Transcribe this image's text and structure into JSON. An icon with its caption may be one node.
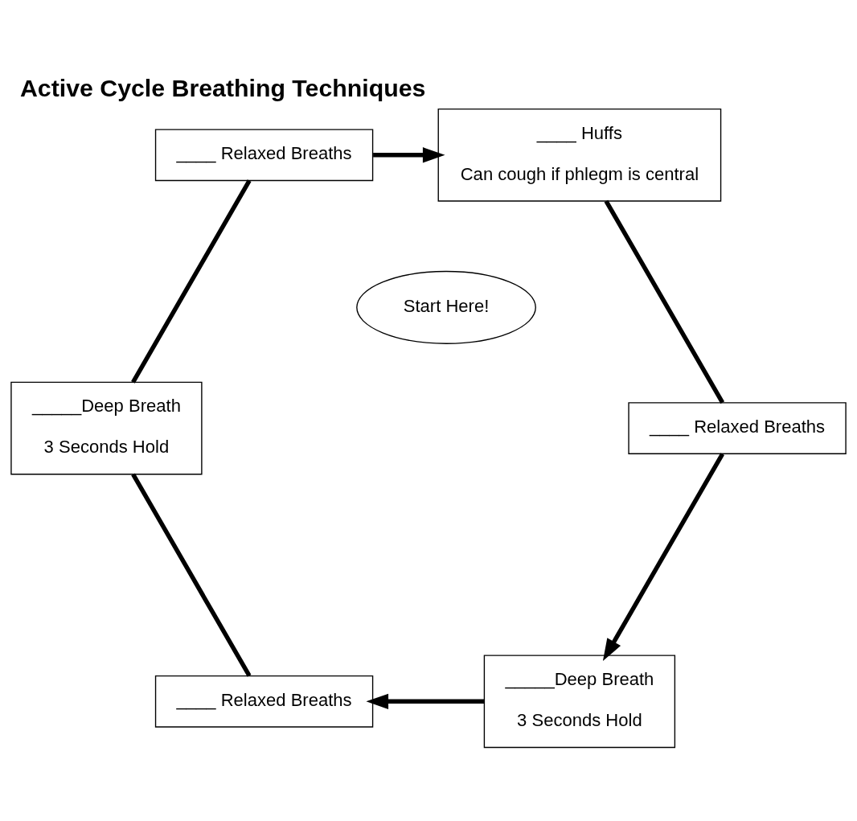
{
  "diagram": {
    "title": "Active Cycle Breathing Techniques",
    "nodes": [
      {
        "text": [
          "Start Here!"
        ]
      },
      {
        "text": [
          "_____Deep Breath",
          "3 Seconds Hold"
        ]
      },
      {
        "text": [
          "____ Relaxed Breaths"
        ]
      },
      {
        "text": [
          "_____Deep Breath",
          "3 Seconds Hold"
        ]
      },
      {
        "text": [
          "____ Relaxed Breaths"
        ]
      },
      {
        "text": [
          "____ Huffs",
          "Can cough if phlegm is central"
        ]
      },
      {
        "text": [
          "____ Relaxed Breaths"
        ]
      }
    ],
    "edges": [
      {
        "from": 1,
        "to": 2,
        "arrow": "to"
      },
      {
        "from": 2,
        "to": 3,
        "arrow": "none"
      },
      {
        "from": 3,
        "to": 4,
        "arrow": "none"
      },
      {
        "from": 4,
        "to": 5,
        "arrow": "to"
      },
      {
        "from": 5,
        "to": 6,
        "arrow": "none"
      },
      {
        "from": 6,
        "to": 1,
        "arrow": "to"
      }
    ]
  }
}
